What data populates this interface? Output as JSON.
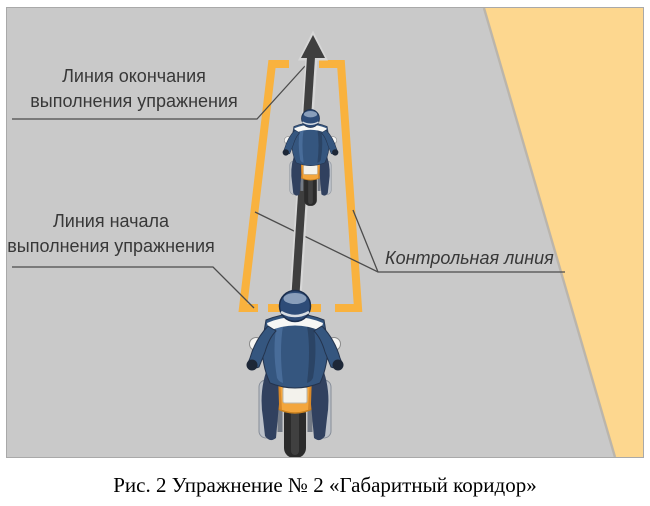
{
  "figure": {
    "caption": "Рис. 2 Упражнение № 2 «Габаритный коридор»"
  },
  "labels": {
    "finish": {
      "line1": "Линия окончания",
      "line2": "выполнения упражнения"
    },
    "start": {
      "line1": "Линия начала",
      "line2": "выполнения упражнения"
    },
    "control": {
      "text": "Контрольная линия"
    }
  },
  "icons": {
    "direction_arrow": "arrow-up-icon",
    "rider_start": "motorcyclist-rear-view-icon",
    "rider_finish": "motorcyclist-rear-view-icon"
  },
  "colors": {
    "road": "#c9c9c9",
    "zone": "#fdd78f",
    "corridor": "#f9b23e",
    "arrow": "#3f3f3f",
    "arrow_halo": "#d7d7d7",
    "leader": "#4c4c4c",
    "label_text": "#383838",
    "caption_text": "#000000"
  }
}
